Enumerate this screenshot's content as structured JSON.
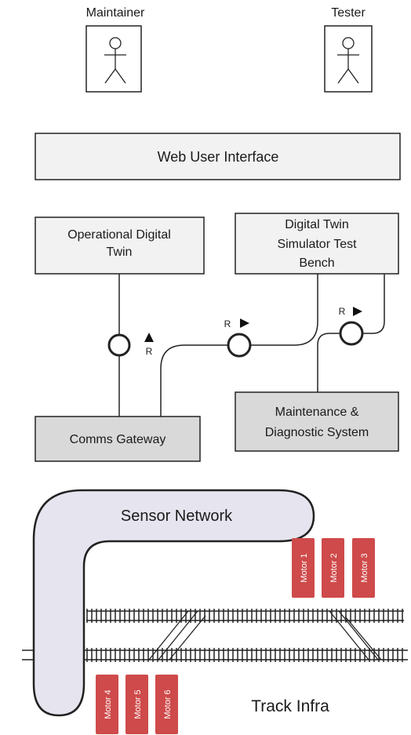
{
  "actors": [
    {
      "name": "Maintainer"
    },
    {
      "name": "Tester"
    }
  ],
  "web_ui": {
    "label": "Web User Interface"
  },
  "components": {
    "operational_twin": {
      "line1": "Operational Digital",
      "line2": "Twin"
    },
    "simulator": {
      "line1": "Digital Twin",
      "line2": "Simulator Test",
      "line3": "Bench"
    },
    "comms_gateway": {
      "label": "Comms Gateway"
    },
    "maintenance": {
      "line1": "Maintenance &",
      "line2": "Diagnostic System"
    }
  },
  "interfaces": {
    "role_label": "R"
  },
  "sensor_network": {
    "label": "Sensor Network"
  },
  "track": {
    "label": "Track Infra"
  },
  "motors": [
    "Motor 1",
    "Motor 2",
    "Motor 3",
    "Motor 4",
    "Motor 5",
    "Motor 6"
  ],
  "colors": {
    "box_fill": "#f2f2f2",
    "box_fill_dark": "#d9d9d9",
    "sensor_fill": "#e6e4ee",
    "motor_fill": "#cf4a4a",
    "stroke": "#222222"
  }
}
